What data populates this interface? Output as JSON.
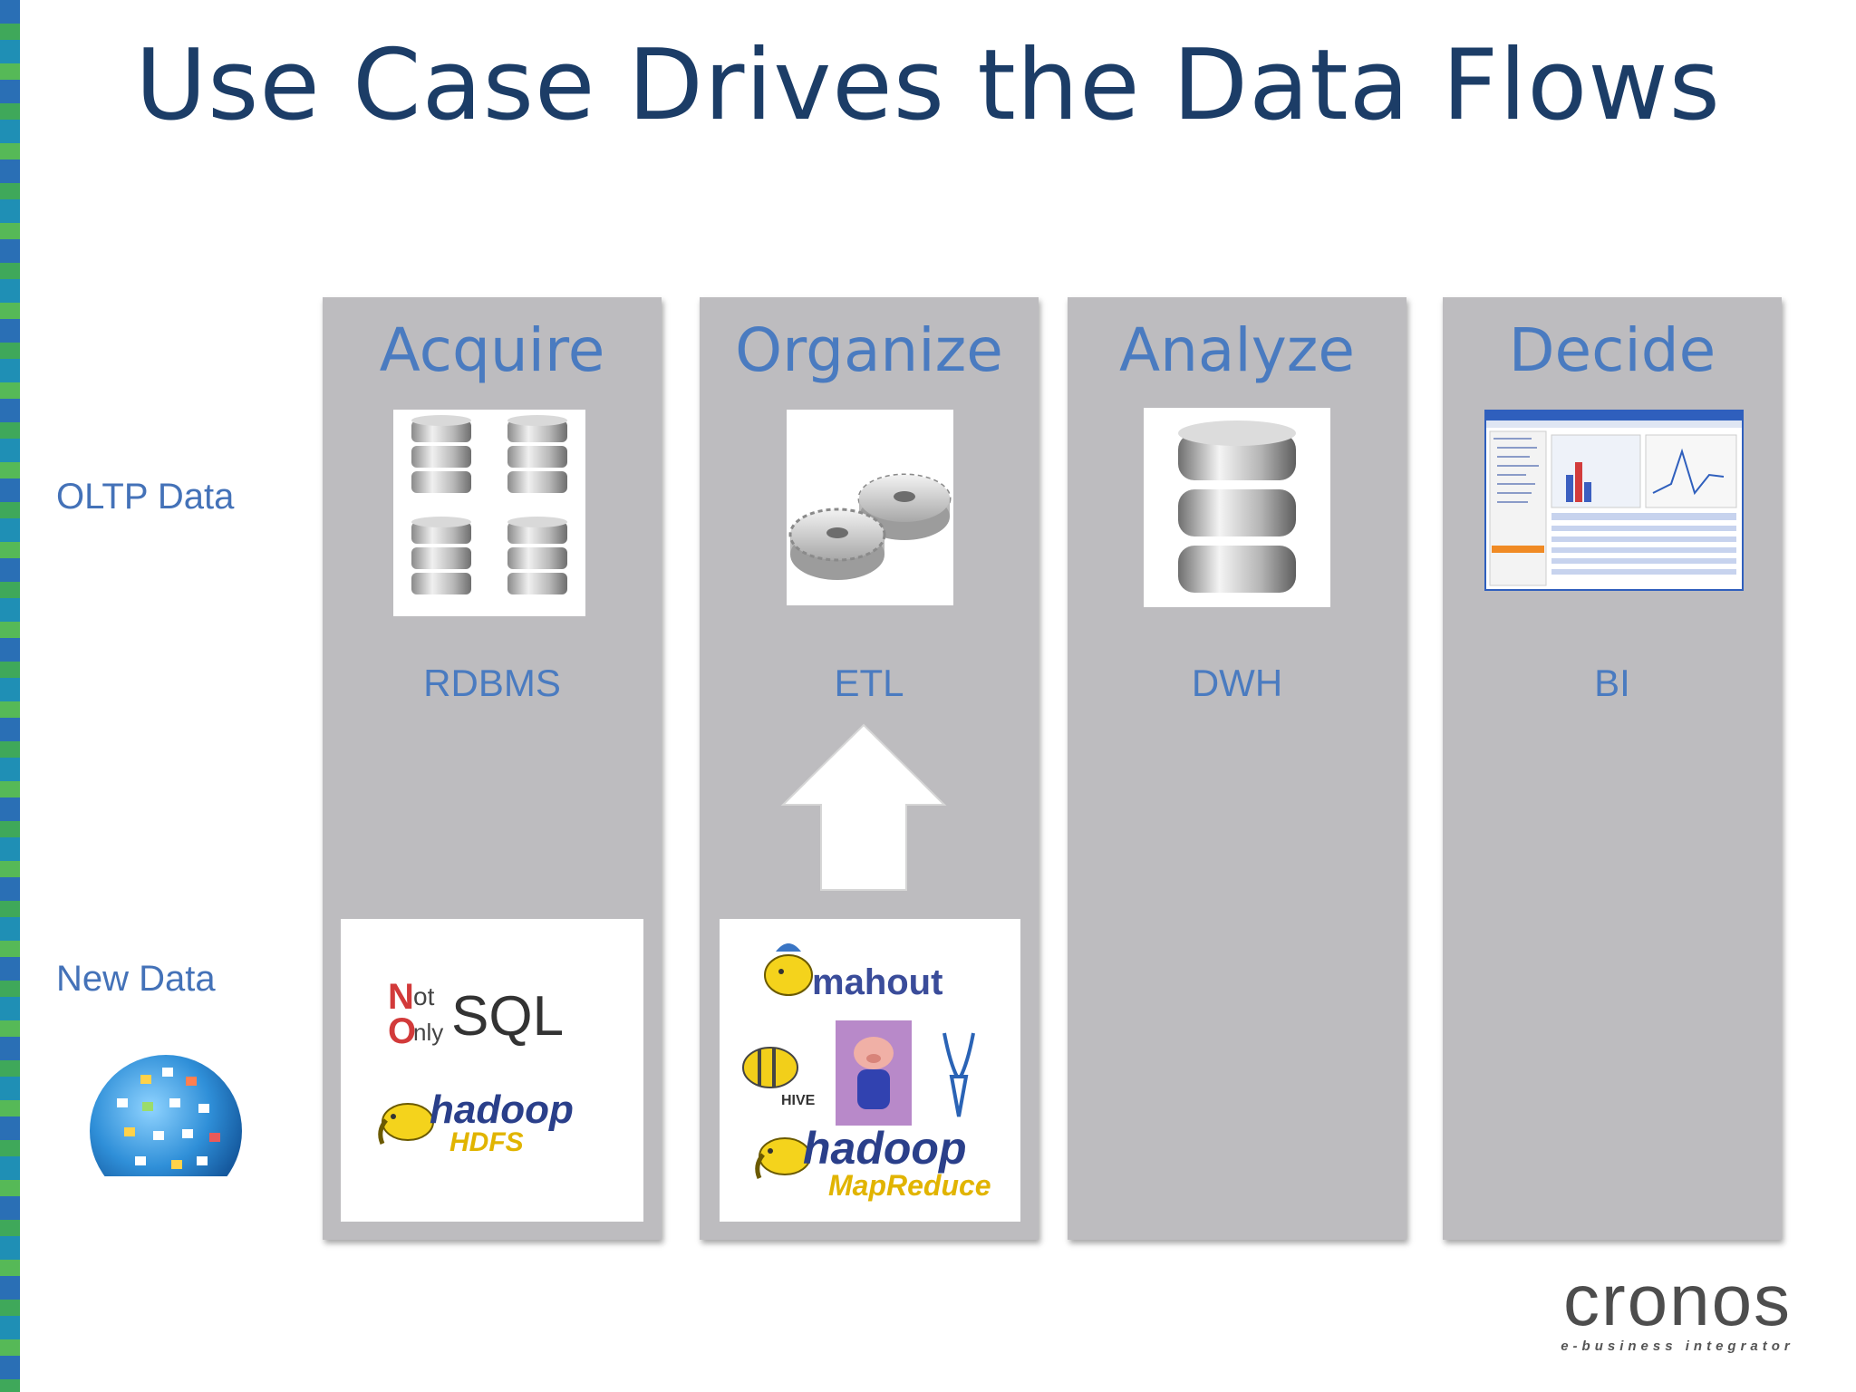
{
  "title": "Use Case Drives the Data Flows",
  "rows": {
    "oltp": "OLTP Data",
    "new": "New Data"
  },
  "columns": [
    {
      "heading": "Acquire",
      "label": "RDBMS"
    },
    {
      "heading": "Organize",
      "label": "ETL"
    },
    {
      "heading": "Analyze",
      "label": "DWH"
    },
    {
      "heading": "Decide",
      "label": "BI"
    }
  ],
  "logos": {
    "nosql": {
      "n": "N",
      "ot": "ot",
      "o": "O",
      "nly": "nly",
      "sql": "SQL"
    },
    "hadoop_hdfs": {
      "name": "hadoop",
      "sub": "HDFS"
    },
    "mahout": "mahout",
    "hive": "HIVE",
    "hadoop_mr": {
      "name": "hadoop",
      "sub": "MapReduce"
    }
  },
  "brand": {
    "name": "cronos",
    "tagline": "e-business integrator"
  },
  "colors": {
    "title": "#1c3d67",
    "accent": "#4a7bc0",
    "column": "#bdbcbf"
  }
}
